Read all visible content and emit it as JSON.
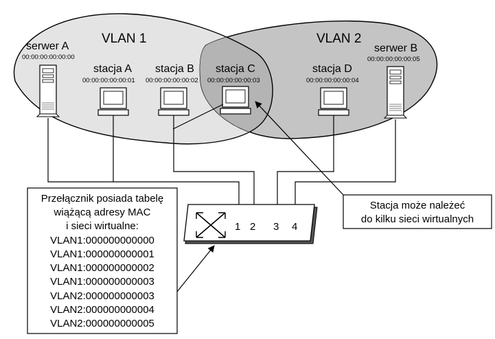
{
  "vlans": [
    {
      "label": "VLAN 1"
    },
    {
      "label": "VLAN 2"
    }
  ],
  "hosts": {
    "server_a": {
      "name": "serwer A",
      "mac": "00:00:00:00:00:00"
    },
    "station_a": {
      "name": "stacja A",
      "mac": "00:00:00:00:00:01"
    },
    "station_b": {
      "name": "stacja B",
      "mac": "00:00:00:00:00:02"
    },
    "station_c": {
      "name": "stacja C",
      "mac": "00:00:00:00:00:03"
    },
    "station_d": {
      "name": "stacja D",
      "mac": "00:00:00:00:00:04"
    },
    "server_b": {
      "name": "serwer B",
      "mac": "00:00:00:00:00:05"
    }
  },
  "switch": {
    "ports": [
      "1",
      "2",
      "3",
      "4"
    ]
  },
  "table_note": {
    "lines": [
      "Przełącznik posiada tabelę",
      "wiążącą adresy MAC",
      "i sieci wirtualne:",
      "VLAN1:000000000000",
      "VLAN1:000000000001",
      "VLAN1:000000000002",
      "VLAN1:000000000003",
      "VLAN2:000000000003",
      "VLAN2:000000000004",
      "VLAN2:000000000005"
    ]
  },
  "station_note": {
    "lines": [
      "Stacja może należeć",
      "do kilku sieci wirtualnych"
    ]
  },
  "colors": {
    "vlan1_fill": "#e4e4e4",
    "vlan2_fill": "#c4c4c4",
    "overlap_fill": "#b4b4b4"
  }
}
